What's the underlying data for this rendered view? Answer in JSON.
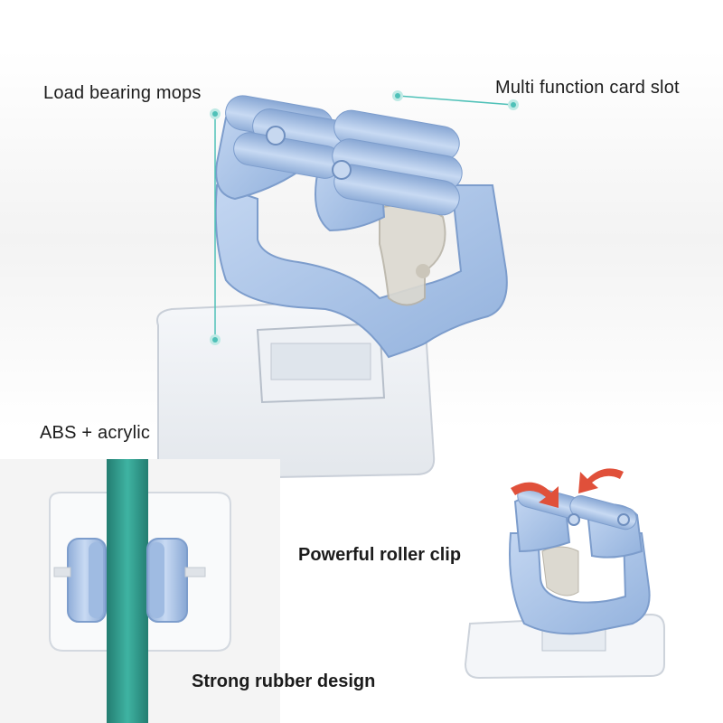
{
  "callouts": {
    "load_bearing": "Load bearing mops",
    "card_slot": "Multi function card slot",
    "material": "ABS + acrylic"
  },
  "captions": {
    "roller_clip": "Powerful roller clip",
    "rubber_design": "Strong rubber design"
  },
  "colors": {
    "product_blue": "#a9c4e8",
    "product_blue_dark": "#7d9dcc",
    "leader_line": "#4fc1b8",
    "pole_teal": "#2f9e8e",
    "arrow_red": "#e0503a"
  }
}
